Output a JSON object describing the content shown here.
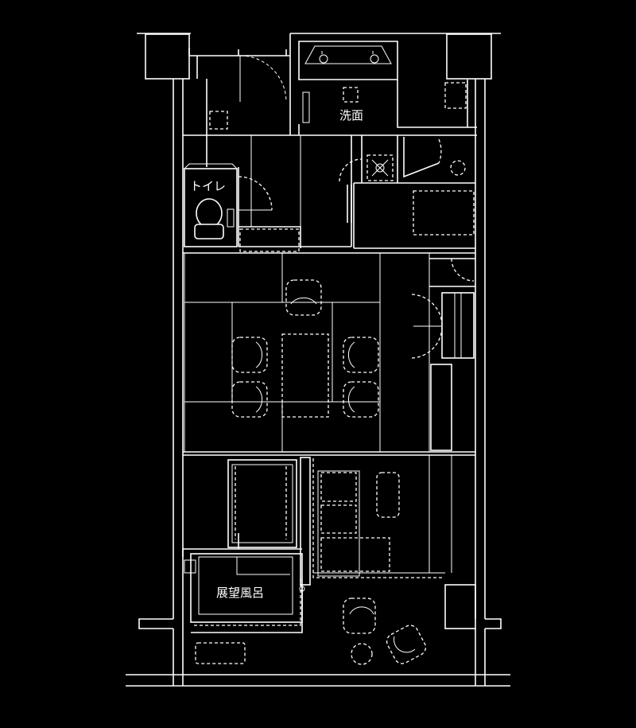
{
  "rooms": {
    "washroom": "洗面",
    "toilet": "トイレ",
    "view_bath": "展望風呂"
  }
}
